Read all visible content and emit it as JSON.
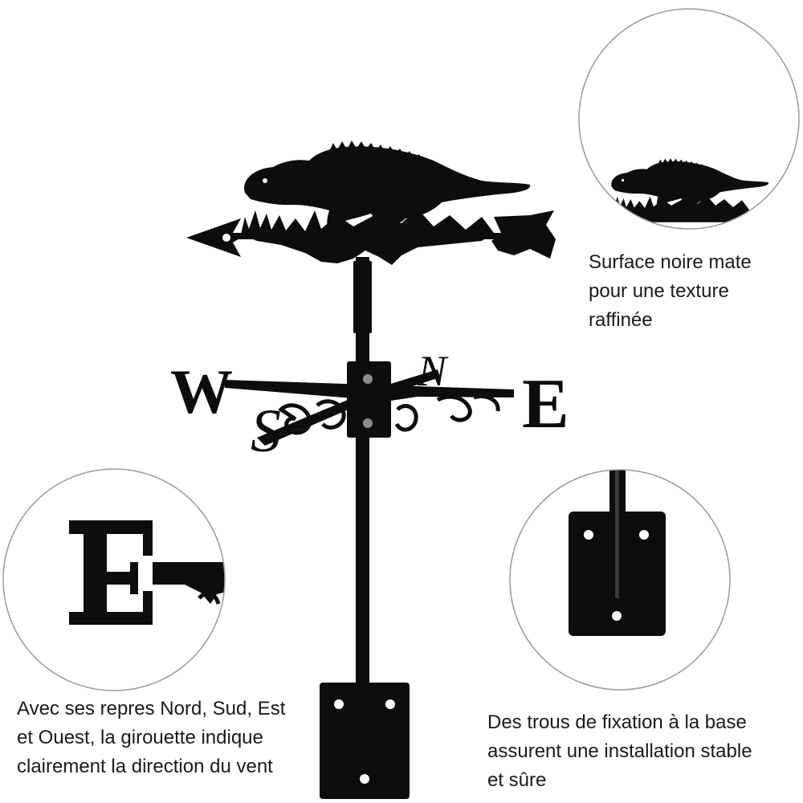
{
  "colors": {
    "background": "#ffffff",
    "metal": "#0d0d0d",
    "circle_border": "#9a9a9a",
    "text": "#1a1a1a"
  },
  "compass_letters": {
    "west": "W",
    "east": "E",
    "north": "N",
    "south": "S"
  },
  "icons": [
    "dinosaur-silhouette",
    "arrow-pointer",
    "compass-cross",
    "mounting-plate"
  ],
  "captions": {
    "finish": [
      "Surface noire mate",
      "pour une texture",
      "raffinée"
    ],
    "directions": [
      "Avec ses repres Nord, Sud, Est",
      "et Ouest, la girouette indique",
      "clairement la direction du vent"
    ],
    "mounting": [
      "Des trous de fixation à la base",
      "assurent une installation stable",
      "et sûre"
    ]
  }
}
